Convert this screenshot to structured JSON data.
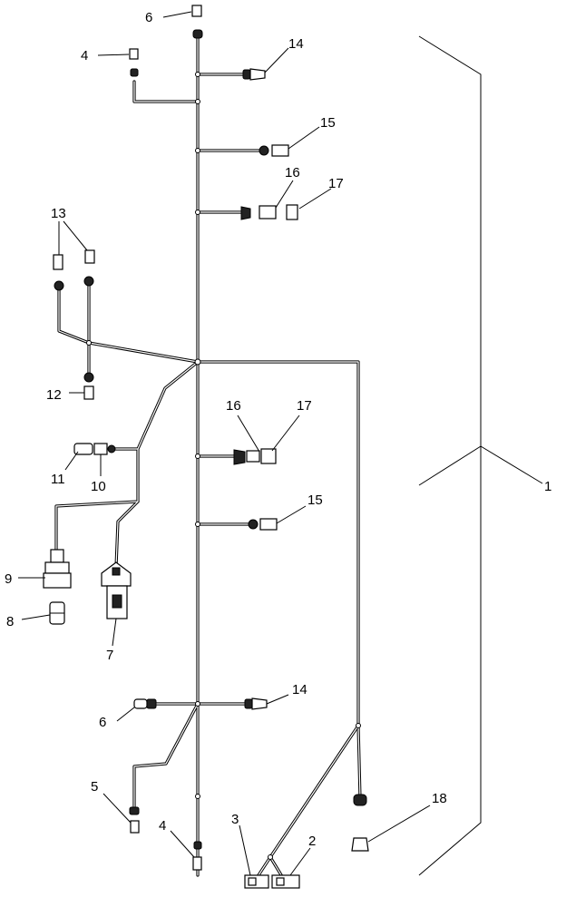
{
  "callouts": {
    "c1": "1",
    "c2": "2",
    "c3": "3",
    "c4_top": "4",
    "c4_bottom": "4",
    "c5": "5",
    "c6_top": "6",
    "c6_bottom": "6",
    "c7": "7",
    "c8": "8",
    "c9": "9",
    "c10": "10",
    "c11": "11",
    "c12": "12",
    "c13": "13",
    "c14_top": "14",
    "c14_bottom": "14",
    "c15_top": "15",
    "c15_bottom": "15",
    "c16_top": "16",
    "c16_bottom": "16",
    "c17_top": "17",
    "c17_bottom": "17",
    "c18": "18"
  }
}
